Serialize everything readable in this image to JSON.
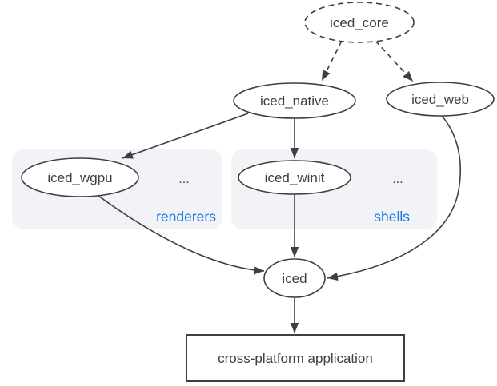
{
  "diagram": {
    "nodes": {
      "core": {
        "label": "iced_core"
      },
      "native": {
        "label": "iced_native"
      },
      "web": {
        "label": "iced_web"
      },
      "wgpu": {
        "label": "iced_wgpu"
      },
      "winit": {
        "label": "iced_winit"
      },
      "iced": {
        "label": "iced"
      },
      "app": {
        "label": "cross-platform application"
      }
    },
    "clusters": {
      "renderers": {
        "label": "renderers",
        "more": "..."
      },
      "shells": {
        "label": "shells",
        "more": "..."
      }
    },
    "edges": [
      {
        "from": "iced_core",
        "to": "iced_native",
        "style": "dashed"
      },
      {
        "from": "iced_core",
        "to": "iced_web",
        "style": "dashed"
      },
      {
        "from": "iced_native",
        "to": "iced_wgpu",
        "style": "solid"
      },
      {
        "from": "iced_native",
        "to": "iced_winit",
        "style": "solid"
      },
      {
        "from": "iced_wgpu",
        "to": "iced",
        "style": "solid"
      },
      {
        "from": "iced_winit",
        "to": "iced",
        "style": "solid"
      },
      {
        "from": "iced_web",
        "to": "iced",
        "style": "solid"
      },
      {
        "from": "iced",
        "to": "cross-platform application",
        "style": "solid"
      }
    ],
    "colors": {
      "stroke": "#3c4043",
      "text": "#3c4043",
      "cluster_fill": "#f1f3f7",
      "cluster_label": "#1a73e8"
    }
  }
}
